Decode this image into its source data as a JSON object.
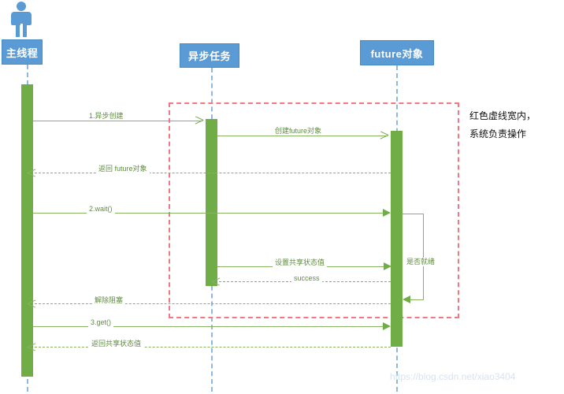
{
  "diagram": {
    "type": "uml-sequence-diagram",
    "colors": {
      "lifeline_header_fill": "#5B9BD5",
      "lifeline_header_text": "#FFFFFF",
      "lifeline_dash": "#8FB8DE",
      "activation_fill": "#70AD47",
      "message_line": "#86B361",
      "message_text": "#5E8C3E",
      "system_box_border": "#F4777F",
      "note_text": "#111111",
      "watermark": "#D7E3F0",
      "background": "#FFFFFF"
    },
    "actor": {
      "name": "actor-stick-figure",
      "belongs_to": "主线程"
    },
    "lifelines": [
      {
        "id": "main",
        "label": "主线程"
      },
      {
        "id": "task",
        "label": "异步任务"
      },
      {
        "id": "future",
        "label": "future对象"
      }
    ],
    "messages": [
      {
        "seq": "1",
        "label": "1.异步创建",
        "from": "main",
        "to": "task",
        "style": "solid",
        "arrow": "open"
      },
      {
        "seq": "2",
        "label": "创建future对象",
        "from": "task",
        "to": "future",
        "style": "solid",
        "arrow": "open"
      },
      {
        "seq": "3",
        "label": "返回 future对象",
        "from": "future",
        "to": "main",
        "style": "dashed",
        "arrow": "open"
      },
      {
        "seq": "4",
        "label": "2.wait()",
        "from": "main",
        "to": "future",
        "style": "solid",
        "arrow": "solid"
      },
      {
        "seq": "5",
        "label": "是否就绪",
        "from": "future",
        "to": "future",
        "style": "solid",
        "arrow": "solid",
        "self_loop": true
      },
      {
        "seq": "6",
        "label": "设置共享状态值",
        "from": "task",
        "to": "future",
        "style": "solid",
        "arrow": "solid"
      },
      {
        "seq": "7",
        "label": "success",
        "from": "future",
        "to": "task",
        "style": "dashed",
        "arrow": "open"
      },
      {
        "seq": "8",
        "label": "解除阻塞",
        "from": "future",
        "to": "main",
        "style": "dashed",
        "arrow": "open"
      },
      {
        "seq": "9",
        "label": "3.get()",
        "from": "main",
        "to": "future",
        "style": "solid",
        "arrow": "solid"
      },
      {
        "seq": "10",
        "label": "返回共享状态值",
        "from": "future",
        "to": "main",
        "style": "dashed",
        "arrow": "open"
      }
    ],
    "system_note": {
      "line1": "红色虚线宽内，",
      "line2": "系统负责操作"
    },
    "watermark": "https://blog.csdn.net/xiao3404"
  }
}
